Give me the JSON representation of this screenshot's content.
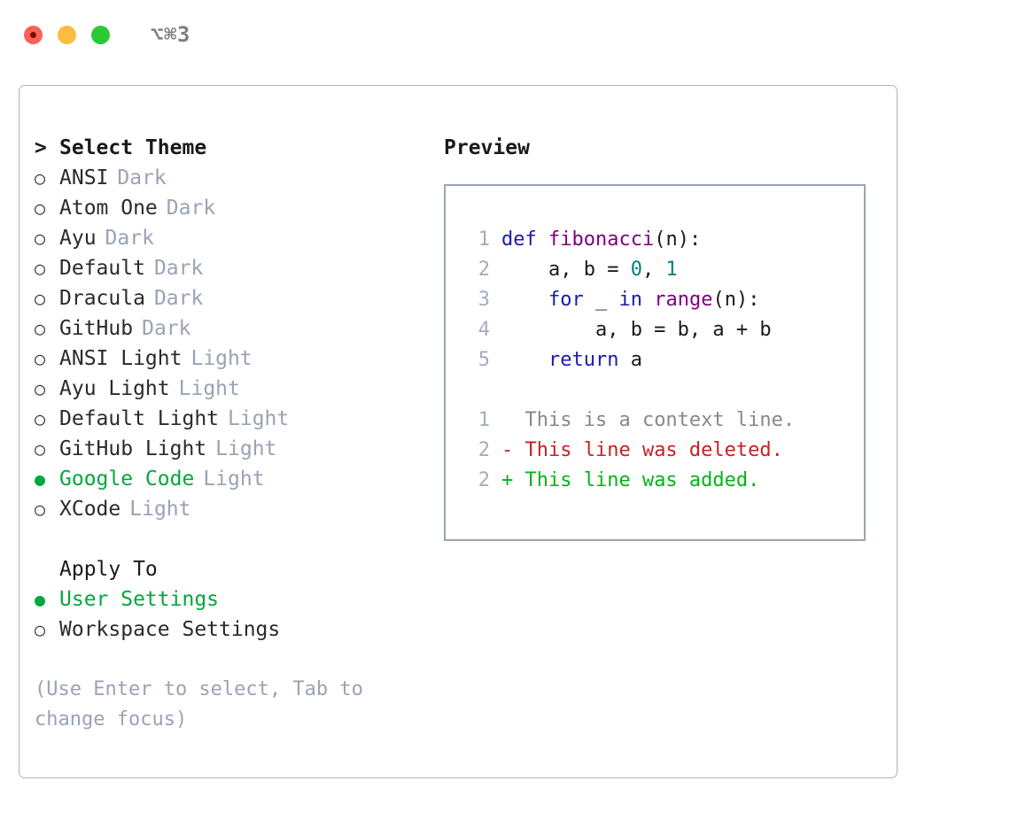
{
  "titlebar": {
    "shortcut": "⌥⌘3",
    "buttons": [
      "close",
      "minimize",
      "maximize"
    ]
  },
  "theme_picker": {
    "header": "Select Theme",
    "header_caret": ">",
    "selected_theme": "Google Code",
    "bullet_selected": "●",
    "bullet_unselected": "○",
    "items": [
      {
        "label": "ANSI",
        "tag": "Dark",
        "selected": false
      },
      {
        "label": "Atom One",
        "tag": "Dark",
        "selected": false
      },
      {
        "label": "Ayu",
        "tag": "Dark",
        "selected": false
      },
      {
        "label": "Default",
        "tag": "Dark",
        "selected": false
      },
      {
        "label": "Dracula",
        "tag": "Dark",
        "selected": false
      },
      {
        "label": "GitHub",
        "tag": "Dark",
        "selected": false
      },
      {
        "label": "ANSI Light",
        "tag": "Light",
        "selected": false
      },
      {
        "label": "Ayu Light",
        "tag": "Light",
        "selected": false
      },
      {
        "label": "Default Light",
        "tag": "Light",
        "selected": false
      },
      {
        "label": "GitHub Light",
        "tag": "Light",
        "selected": false
      },
      {
        "label": "Google Code",
        "tag": "Light",
        "selected": true
      },
      {
        "label": "XCode",
        "tag": "Light",
        "selected": false
      }
    ]
  },
  "apply_to": {
    "header": "Apply To",
    "selected": "User Settings",
    "items": [
      {
        "label": "User Settings",
        "selected": true
      },
      {
        "label": "Workspace Settings",
        "selected": false
      }
    ]
  },
  "hint": "(Use Enter to select, Tab to change focus)",
  "preview": {
    "title": "Preview",
    "code_lines": [
      {
        "number": "1",
        "tokens": [
          {
            "text": "def ",
            "kind": "kw"
          },
          {
            "text": "fibonacci",
            "kind": "fn"
          },
          {
            "text": "(n):",
            "kind": "pl"
          }
        ]
      },
      {
        "number": "2",
        "tokens": [
          {
            "text": "    a, b = ",
            "kind": "pl"
          },
          {
            "text": "0",
            "kind": "num"
          },
          {
            "text": ", ",
            "kind": "pl"
          },
          {
            "text": "1",
            "kind": "num"
          }
        ]
      },
      {
        "number": "3",
        "tokens": [
          {
            "text": "    ",
            "kind": "pl"
          },
          {
            "text": "for",
            "kind": "kw"
          },
          {
            "text": " _ ",
            "kind": "pl"
          },
          {
            "text": "in",
            "kind": "kw"
          },
          {
            "text": " ",
            "kind": "pl"
          },
          {
            "text": "range",
            "kind": "fn"
          },
          {
            "text": "(n):",
            "kind": "pl"
          }
        ]
      },
      {
        "number": "4",
        "tokens": [
          {
            "text": "        a, b = b, a + b",
            "kind": "pl"
          }
        ]
      },
      {
        "number": "5",
        "tokens": [
          {
            "text": "    ",
            "kind": "pl"
          },
          {
            "text": "return",
            "kind": "kw"
          },
          {
            "text": " a",
            "kind": "pl"
          }
        ]
      }
    ],
    "diff_lines": [
      {
        "number": "1",
        "marker": " ",
        "text": " This is a context line.",
        "kind": "ctx"
      },
      {
        "number": "2",
        "marker": "-",
        "text": " This line was deleted.",
        "kind": "del"
      },
      {
        "number": "2",
        "marker": "+",
        "text": " This line was added.",
        "kind": "add"
      }
    ]
  },
  "colors": {
    "accent_green": "#00a83e",
    "muted": "#9aa3b5",
    "border": "#aab2c2",
    "preview_border": "#9aa4b5",
    "keyword": "#1a1aae",
    "function": "#800080",
    "number": "#008080",
    "diff_context": "#888888",
    "diff_deleted": "#c62222",
    "diff_added": "#00b517",
    "traffic_red": "#ff6057",
    "traffic_yellow": "#fdbc40",
    "traffic_green": "#2cc937"
  }
}
